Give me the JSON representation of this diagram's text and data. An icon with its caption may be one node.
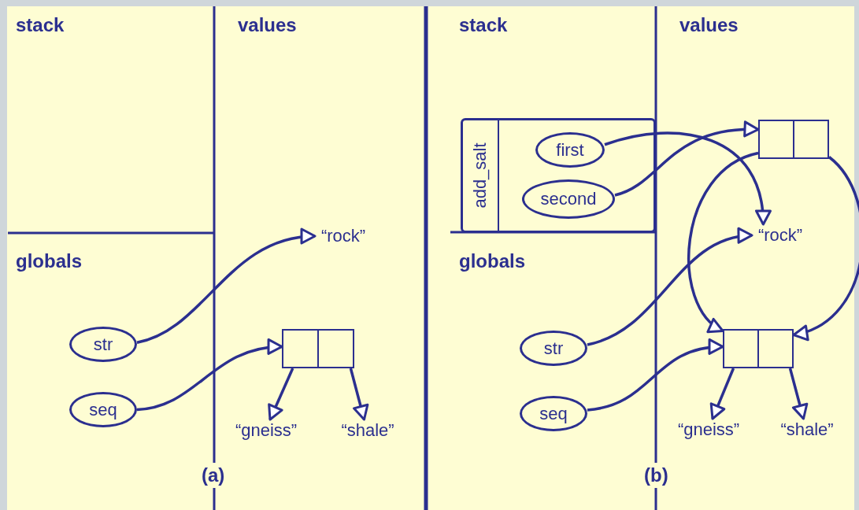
{
  "diagram": {
    "nodes": [
      {
        "text": [
          "str"
        ]
      },
      {
        "text": [
          "seq"
        ]
      },
      {
        "text": [
          "“rock”"
        ]
      },
      {
        "text": [],
        "shape": "box"
      },
      {
        "text": [
          "“gneiss”"
        ]
      },
      {
        "text": [
          "“shale”"
        ]
      },
      {
        "text": [
          "add_salt"
        ]
      },
      {
        "text": [
          "first"
        ],
        "in": 6
      },
      {
        "text": [
          "second"
        ],
        "in": 6
      },
      {
        "text": [
          "str"
        ]
      },
      {
        "text": [
          "seq"
        ]
      },
      {
        "text": [],
        "shape": "box"
      },
      {
        "text": [
          "“rock”"
        ]
      },
      {
        "text": [],
        "shape": "box"
      },
      {
        "text": [
          "“gneiss”"
        ]
      },
      {
        "text": [
          "“shale”"
        ]
      }
    ],
    "edges": [
      {
        "from": 0,
        "to": 2,
        "arrow": "to"
      },
      {
        "from": 1,
        "to": 3,
        "arrow": "to"
      },
      {
        "from": 3,
        "to": 4,
        "arrow": "to"
      },
      {
        "from": 3,
        "to": 5,
        "arrow": "to"
      },
      {
        "from": 7,
        "to": 12,
        "arrow": "to"
      },
      {
        "from": 8,
        "to": 11,
        "arrow": "to"
      },
      {
        "from": 11,
        "to": 13,
        "arrow": "to"
      },
      {
        "from": 11,
        "to": 13,
        "arrow": "to"
      },
      {
        "from": 9,
        "to": 12,
        "arrow": "to"
      },
      {
        "from": 10,
        "to": 13,
        "arrow": "to"
      },
      {
        "from": 13,
        "to": 14,
        "arrow": "to"
      },
      {
        "from": 13,
        "to": 15,
        "arrow": "to"
      }
    ],
    "labels": [
      "stack",
      "values",
      "globals",
      "(a)",
      "stack",
      "values",
      "globals",
      "(b)"
    ]
  }
}
